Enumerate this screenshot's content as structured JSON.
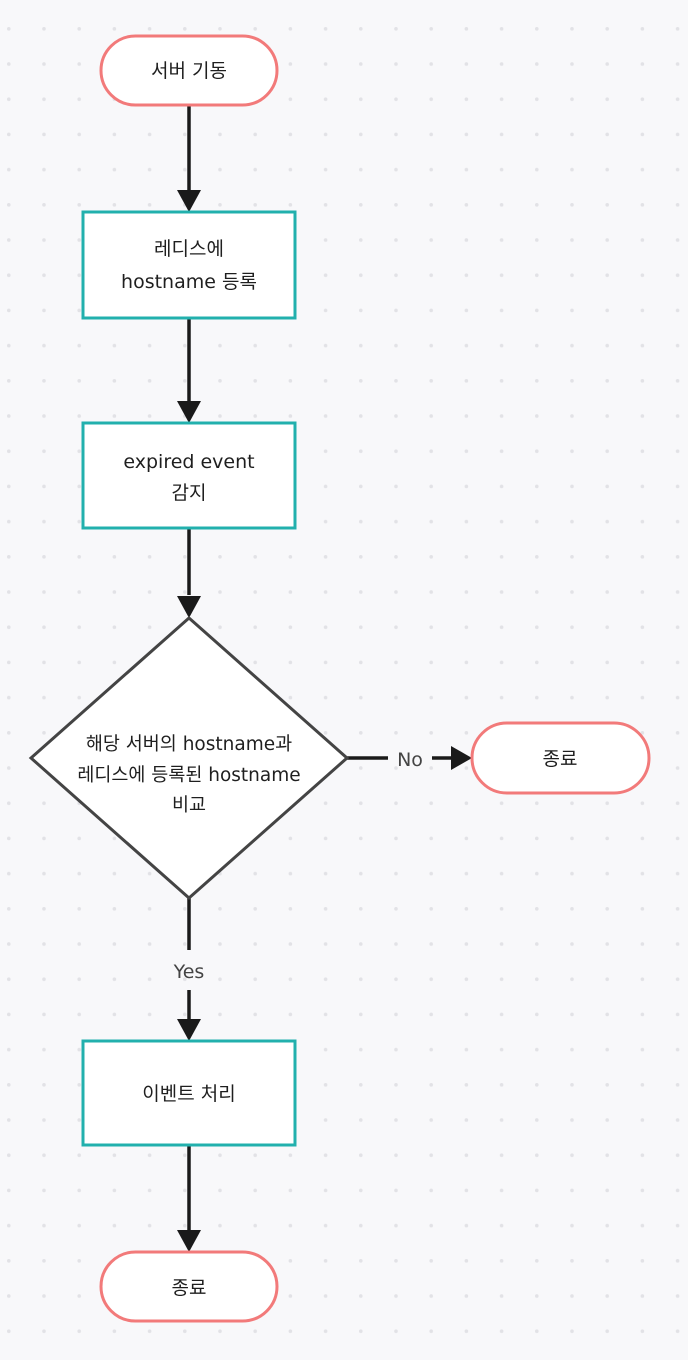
{
  "colors": {
    "terminal": "#f27a7a",
    "process": "#22b0ad",
    "decision": "#444444",
    "edge": "#1a1a1a",
    "background": "#f8f8fa",
    "grid_dot": "#e2e2e6"
  },
  "nodes": {
    "start": {
      "lines": [
        "서버 기동"
      ]
    },
    "register": {
      "lines": [
        "레디스에",
        "hostname 등록"
      ]
    },
    "detect": {
      "lines": [
        "expired event",
        "감지"
      ]
    },
    "compare": {
      "lines": [
        "해당 서버의 hostname과",
        "레디스에 등록된 hostname",
        "비교"
      ]
    },
    "end_no": {
      "lines": [
        "종료"
      ]
    },
    "handle": {
      "lines": [
        "이벤트 처리"
      ]
    },
    "end": {
      "lines": [
        "종료"
      ]
    }
  },
  "edges": {
    "no_label": "No",
    "yes_label": "Yes"
  }
}
